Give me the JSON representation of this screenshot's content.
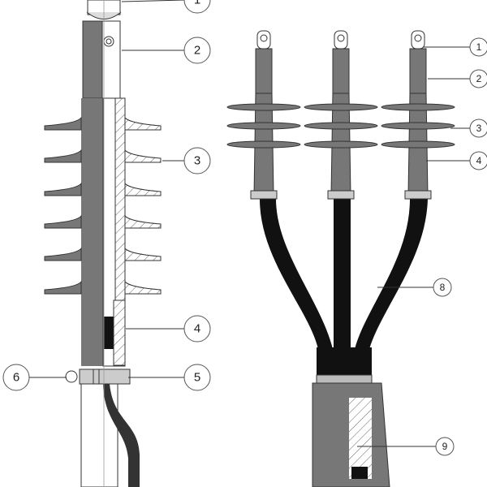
{
  "diagram": {
    "left_view": {
      "callouts": [
        "1",
        "2",
        "3",
        "4",
        "5",
        "6"
      ]
    },
    "right_view": {
      "callouts": [
        "1",
        "2",
        "3",
        "4",
        "8",
        "9"
      ]
    }
  },
  "colors": {
    "insulator_gray": "#7a7a7a",
    "cable_black": "#111111",
    "outline": "#333333"
  }
}
